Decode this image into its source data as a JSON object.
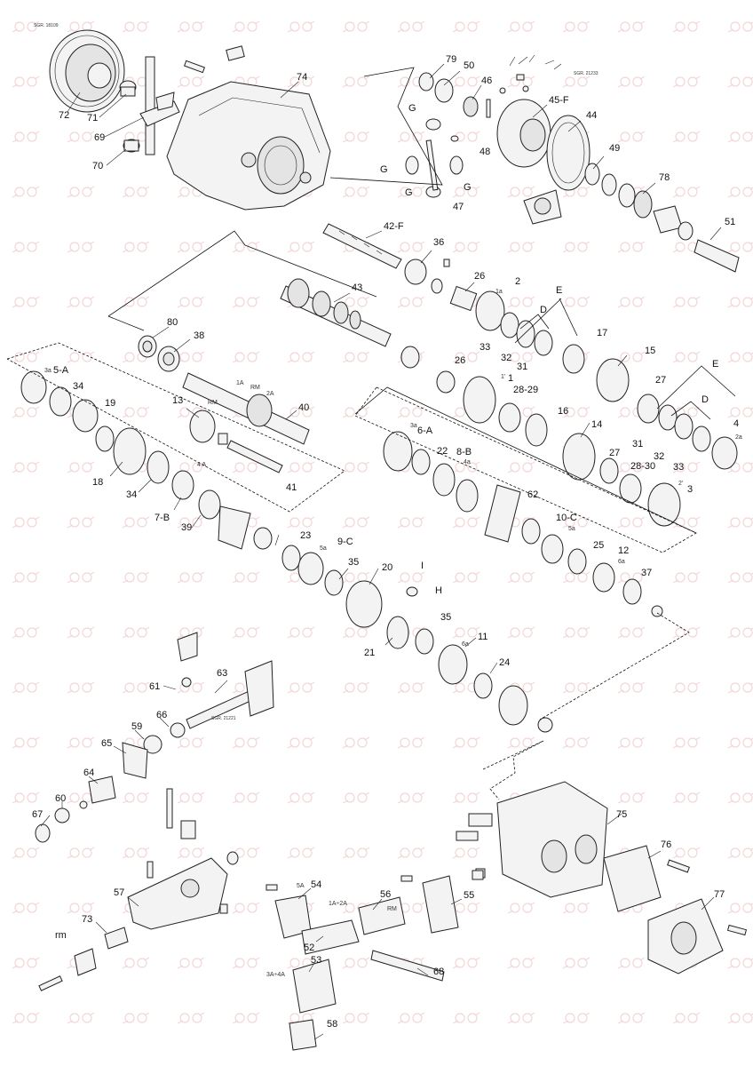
{
  "reference_codes": {
    "top_left": "SGR. 18109",
    "top_right": "SGR. 21233",
    "middle_left": "SGR. 21221"
  },
  "callouts": [
    {
      "id": "c72",
      "text": "72",
      "kind": "num"
    },
    {
      "id": "c71",
      "text": "71",
      "kind": "num"
    },
    {
      "id": "c69",
      "text": "69",
      "kind": "num"
    },
    {
      "id": "c70",
      "text": "70",
      "kind": "num"
    },
    {
      "id": "c74",
      "text": "74",
      "kind": "num"
    },
    {
      "id": "c79",
      "text": "79",
      "kind": "num"
    },
    {
      "id": "c50",
      "text": "50",
      "kind": "num"
    },
    {
      "id": "c46",
      "text": "46",
      "kind": "num"
    },
    {
      "id": "c45",
      "text": "45-F",
      "kind": "num"
    },
    {
      "id": "c44",
      "text": "44",
      "kind": "num"
    },
    {
      "id": "cG1",
      "text": "G",
      "kind": "num"
    },
    {
      "id": "cG2",
      "text": "G",
      "kind": "num"
    },
    {
      "id": "cG3",
      "text": "G",
      "kind": "num"
    },
    {
      "id": "cG4",
      "text": "G",
      "kind": "num"
    },
    {
      "id": "c47",
      "text": "47",
      "kind": "num"
    },
    {
      "id": "c48",
      "text": "48",
      "kind": "num"
    },
    {
      "id": "c49",
      "text": "49",
      "kind": "num"
    },
    {
      "id": "c78",
      "text": "78",
      "kind": "num"
    },
    {
      "id": "c51",
      "text": "51",
      "kind": "num"
    },
    {
      "id": "c42",
      "text": "42-F",
      "kind": "num"
    },
    {
      "id": "c36",
      "text": "36",
      "kind": "num"
    },
    {
      "id": "c26a",
      "text": "26",
      "kind": "num"
    },
    {
      "id": "c2",
      "text": "2",
      "kind": "num"
    },
    {
      "id": "c1a",
      "text": "1a",
      "kind": "small"
    },
    {
      "id": "cE1",
      "text": "E",
      "kind": "num"
    },
    {
      "id": "cD1",
      "text": "D",
      "kind": "num"
    },
    {
      "id": "c33a",
      "text": "33",
      "kind": "num"
    },
    {
      "id": "c32a",
      "text": "32",
      "kind": "num"
    },
    {
      "id": "c31a",
      "text": "31",
      "kind": "num"
    },
    {
      "id": "c17",
      "text": "17",
      "kind": "num"
    },
    {
      "id": "c43",
      "text": "43",
      "kind": "num"
    },
    {
      "id": "c80",
      "text": "80",
      "kind": "num"
    },
    {
      "id": "c38",
      "text": "38",
      "kind": "num"
    },
    {
      "id": "c15",
      "text": "15",
      "kind": "num"
    },
    {
      "id": "cE2",
      "text": "E",
      "kind": "num"
    },
    {
      "id": "c27a",
      "text": "27",
      "kind": "num"
    },
    {
      "id": "cD2",
      "text": "D",
      "kind": "num"
    },
    {
      "id": "c4",
      "text": "4",
      "kind": "num"
    },
    {
      "id": "c2a",
      "text": "2a",
      "kind": "small"
    },
    {
      "id": "c31b",
      "text": "31",
      "kind": "num"
    },
    {
      "id": "c32b",
      "text": "32",
      "kind": "num"
    },
    {
      "id": "c33b",
      "text": "33",
      "kind": "num"
    },
    {
      "id": "c5",
      "text": "5-A",
      "kind": "num"
    },
    {
      "id": "c3a",
      "text": "3a",
      "kind": "small"
    },
    {
      "id": "c34a",
      "text": "34",
      "kind": "num"
    },
    {
      "id": "c19",
      "text": "19",
      "kind": "num"
    },
    {
      "id": "c13",
      "text": "13",
      "kind": "num"
    },
    {
      "id": "cRM1",
      "text": "RM",
      "kind": "small"
    },
    {
      "id": "c1A",
      "text": "1A",
      "kind": "small"
    },
    {
      "id": "cRM2",
      "text": "RM",
      "kind": "small"
    },
    {
      "id": "c2A",
      "text": "2A",
      "kind": "small"
    },
    {
      "id": "c40",
      "text": "40",
      "kind": "num"
    },
    {
      "id": "c26b",
      "text": "26",
      "kind": "num"
    },
    {
      "id": "c1",
      "text": "1",
      "kind": "num"
    },
    {
      "id": "c1p",
      "text": "1'",
      "kind": "small"
    },
    {
      "id": "c28",
      "text": "28-29",
      "kind": "num"
    },
    {
      "id": "c16",
      "text": "16",
      "kind": "num"
    },
    {
      "id": "c14",
      "text": "14",
      "kind": "num"
    },
    {
      "id": "c18",
      "text": "18",
      "kind": "num"
    },
    {
      "id": "c34b",
      "text": "34",
      "kind": "num"
    },
    {
      "id": "c4A",
      "text": "4 A",
      "kind": "small"
    },
    {
      "id": "c7",
      "text": "7-B",
      "kind": "num"
    },
    {
      "id": "c41",
      "text": "41",
      "kind": "num"
    },
    {
      "id": "c39",
      "text": "39",
      "kind": "num"
    },
    {
      "id": "c6",
      "text": "6-A",
      "kind": "num"
    },
    {
      "id": "c3a2",
      "text": "3a",
      "kind": "small"
    },
    {
      "id": "c22",
      "text": "22",
      "kind": "num"
    },
    {
      "id": "c8",
      "text": "8-B",
      "kind": "num"
    },
    {
      "id": "c4a",
      "text": "4a",
      "kind": "small"
    },
    {
      "id": "c27b",
      "text": "27",
      "kind": "num"
    },
    {
      "id": "c2830",
      "text": "28-30",
      "kind": "num"
    },
    {
      "id": "c3",
      "text": "3",
      "kind": "num"
    },
    {
      "id": "c2p",
      "text": "2'",
      "kind": "small"
    },
    {
      "id": "c62",
      "text": "62",
      "kind": "num"
    },
    {
      "id": "c23",
      "text": "23",
      "kind": "num"
    },
    {
      "id": "c9",
      "text": "9-C",
      "kind": "num"
    },
    {
      "id": "c5a",
      "text": "5a",
      "kind": "small"
    },
    {
      "id": "c35a",
      "text": "35",
      "kind": "num"
    },
    {
      "id": "c10",
      "text": "10-C",
      "kind": "num"
    },
    {
      "id": "c5a2",
      "text": "5a",
      "kind": "small"
    },
    {
      "id": "c25",
      "text": "25",
      "kind": "num"
    },
    {
      "id": "c12",
      "text": "12",
      "kind": "num"
    },
    {
      "id": "c6a",
      "text": "6a",
      "kind": "small"
    },
    {
      "id": "c20",
      "text": "20",
      "kind": "num"
    },
    {
      "id": "cI",
      "text": "I",
      "kind": "num"
    },
    {
      "id": "cH",
      "text": "H",
      "kind": "num"
    },
    {
      "id": "c37",
      "text": "37",
      "kind": "num"
    },
    {
      "id": "c21",
      "text": "21",
      "kind": "num"
    },
    {
      "id": "c35b",
      "text": "35",
      "kind": "num"
    },
    {
      "id": "c11",
      "text": "11",
      "kind": "num"
    },
    {
      "id": "c6a2",
      "text": "6a",
      "kind": "small"
    },
    {
      "id": "c24",
      "text": "24",
      "kind": "num"
    },
    {
      "id": "c63",
      "text": "63",
      "kind": "num"
    },
    {
      "id": "c61",
      "text": "61",
      "kind": "num"
    },
    {
      "id": "c59",
      "text": "59",
      "kind": "num"
    },
    {
      "id": "c66",
      "text": "66",
      "kind": "num"
    },
    {
      "id": "c65",
      "text": "65",
      "kind": "num"
    },
    {
      "id": "c64",
      "text": "64",
      "kind": "num"
    },
    {
      "id": "c67",
      "text": "67",
      "kind": "num"
    },
    {
      "id": "c60",
      "text": "60",
      "kind": "num"
    },
    {
      "id": "c75",
      "text": "75",
      "kind": "num"
    },
    {
      "id": "c76",
      "text": "76",
      "kind": "num"
    },
    {
      "id": "c77",
      "text": "77",
      "kind": "num"
    },
    {
      "id": "c57",
      "text": "57",
      "kind": "num"
    },
    {
      "id": "c73",
      "text": "73",
      "kind": "num"
    },
    {
      "id": "crm",
      "text": "rm",
      "kind": "num"
    },
    {
      "id": "c54",
      "text": "54",
      "kind": "num"
    },
    {
      "id": "c5A",
      "text": "5A",
      "kind": "small"
    },
    {
      "id": "c1A2A",
      "text": "1A÷2A",
      "kind": "small"
    },
    {
      "id": "c56",
      "text": "56",
      "kind": "num"
    },
    {
      "id": "cRM3",
      "text": "RM",
      "kind": "small"
    },
    {
      "id": "c55",
      "text": "55",
      "kind": "num"
    },
    {
      "id": "c52",
      "text": "52",
      "kind": "num"
    },
    {
      "id": "c53",
      "text": "53",
      "kind": "num"
    },
    {
      "id": "c3A4A",
      "text": "3A÷4A",
      "kind": "small"
    },
    {
      "id": "c68",
      "text": "68",
      "kind": "num"
    },
    {
      "id": "c58",
      "text": "58",
      "kind": "num"
    }
  ]
}
